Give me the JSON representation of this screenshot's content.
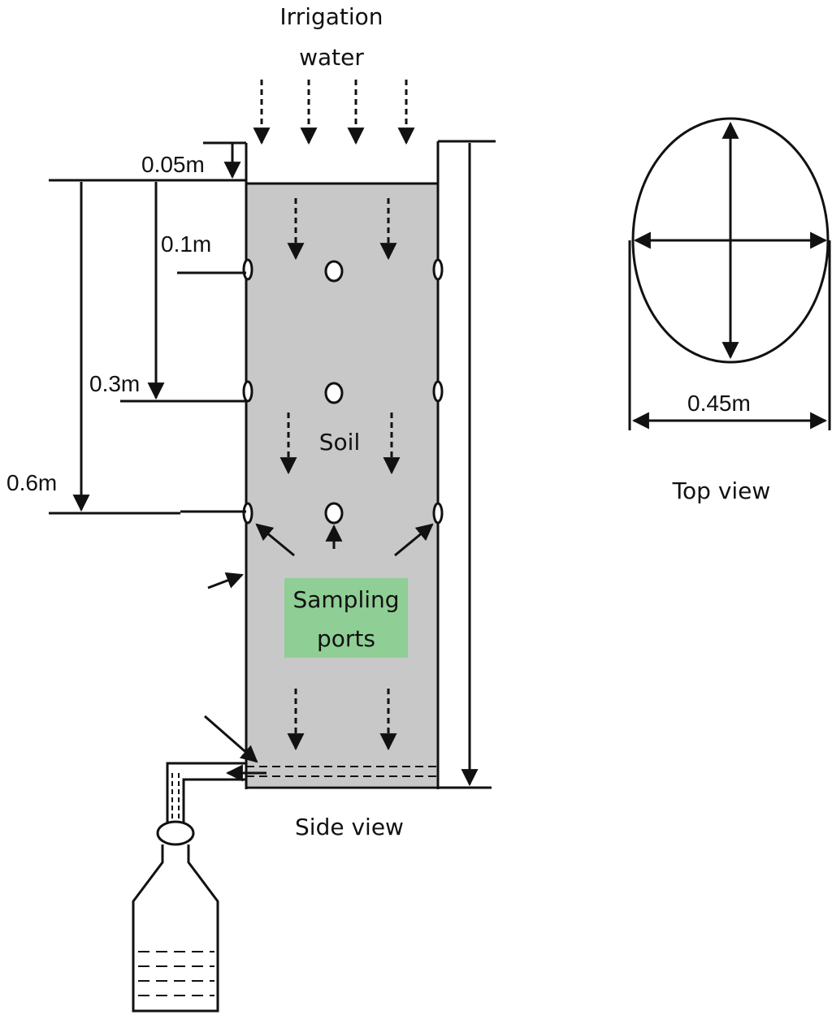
{
  "labels": {
    "irrigation_line1": "Irrigation",
    "irrigation_line2": "water",
    "soil": "Soil",
    "sampling_line1": "Sampling",
    "sampling_line2": "ports",
    "side_view": "Side view",
    "top_view": "Top view"
  },
  "dimensions": {
    "top_gap": "0.05m",
    "depth_1": "0.1m",
    "depth_2": "0.3m",
    "depth_3": "0.6m",
    "diameter": "0.45m"
  },
  "colors": {
    "soil_fill": "#c8c8c8",
    "sampling_label_bg": "#8fce95",
    "line": "#111111"
  }
}
